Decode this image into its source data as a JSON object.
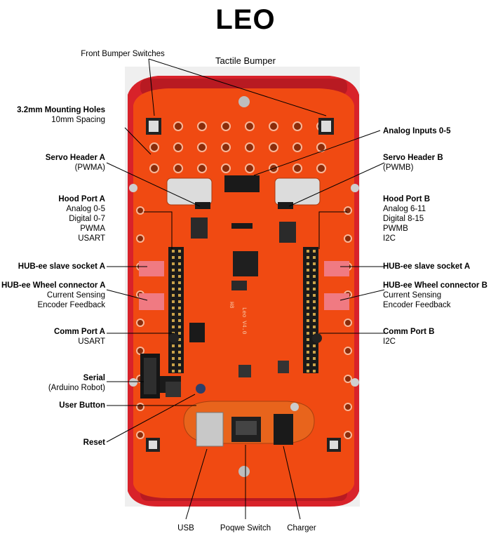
{
  "title": "LEO",
  "labels": {
    "front_bumper_switches": "Front Bumper Switches",
    "tactile_bumper": "Tactile Bumper",
    "mounting_holes": {
      "title": "3.2mm Mounting Holes",
      "sub": "10mm Spacing"
    },
    "analog_inputs": "Analog Inputs 0-5",
    "servo_header_a": {
      "title": "Servo Header A",
      "sub": "(PWMA)"
    },
    "servo_header_b": {
      "title": "Servo Header B",
      "sub": "(PWMB)"
    },
    "hood_port_a": {
      "title": "Hood Port A",
      "lines": [
        "Analog 0-5",
        "Digital 0-7",
        "PWMA",
        "USART"
      ]
    },
    "hood_port_b": {
      "title": "Hood Port B",
      "lines": [
        "Analog 6-11",
        "Digital 8-15",
        "PWMB",
        "I2C"
      ]
    },
    "hub_slave_a": "HUB-ee slave socket A",
    "hub_slave_b": "HUB-ee slave socket A",
    "wheel_conn_a": {
      "title": "HUB-ee  Wheel connector A",
      "lines": [
        "Current Sensing",
        "Encoder Feedback"
      ]
    },
    "wheel_conn_b": {
      "title": "HUB-ee  Wheel connector B",
      "lines": [
        "Current Sensing",
        "Encoder Feedback"
      ]
    },
    "comm_port_a": {
      "title": "Comm Port A",
      "sub": "USART"
    },
    "comm_port_b": {
      "title": "Comm Port B",
      "sub": "I2C"
    },
    "serial": {
      "title": "Serial",
      "sub": "(Arduino Robot)"
    },
    "user_button": "User Button",
    "reset": "Reset",
    "usb": "USB",
    "power_switch": "Poqwe Switch",
    "charger": "Charger"
  },
  "board_silkscreen": [
    "Leo V4.0",
    "H8"
  ],
  "colors": {
    "pcb": "#f04a12",
    "chassis": "#d8222a",
    "photo_bg": "#efefef",
    "leader": "#000000"
  }
}
